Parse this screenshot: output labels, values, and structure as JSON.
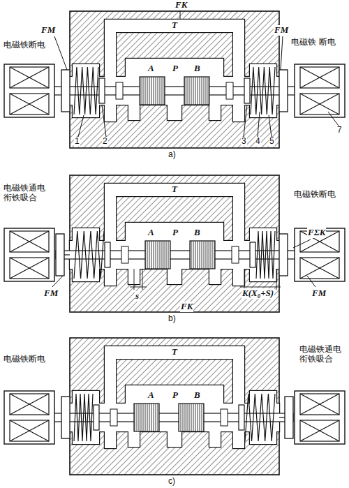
{
  "diagram": {
    "labels": [
      "FM",
      "电磁铁断电",
      "FK",
      "FM",
      "电磁铁 断电",
      "T",
      "A",
      "P",
      "B",
      "1",
      "2",
      "3",
      "4",
      "5",
      "7",
      "a)",
      "电磁铁通电 衔铁吸合",
      "T",
      "A",
      "P",
      "B",
      "电磁铁断电",
      "FΣK",
      "FM",
      "s",
      "FK",
      "K(X₀+S)",
      "FM",
      "b)",
      "电磁铁断电",
      "T",
      "A",
      "P",
      "B",
      "电磁铁通电 衔铁吸合",
      "c)"
    ]
  }
}
